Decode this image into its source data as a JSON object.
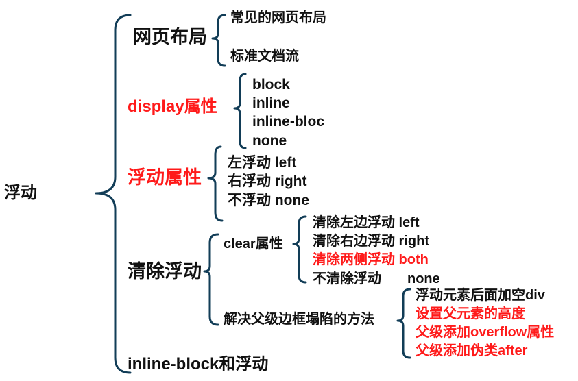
{
  "root": "浮动",
  "branches": {
    "layout": {
      "label": "网页布局",
      "items": [
        "常见的网页布局",
        "标准文档流"
      ]
    },
    "display": {
      "label": "display属性",
      "items": [
        "block",
        "inline",
        "inline-bloc",
        "none"
      ]
    },
    "float_attr": {
      "label": "浮动属性",
      "items": [
        "左浮动 left",
        "右浮动 right",
        "不浮动 none"
      ]
    },
    "clear": {
      "label": "清除浮动",
      "clear_attr": {
        "label": "clear属性",
        "items": [
          "清除左边浮动 left",
          "清除右边浮动 right",
          "清除两侧浮动 both",
          "不清除浮动",
          "none"
        ]
      },
      "collapse": {
        "label": "解决父级边框塌陷的方法",
        "items": [
          "浮动元素后面加空div",
          "设置父元素的高度",
          "父级添加overflow属性",
          "父级添加伪类after"
        ]
      }
    },
    "inline_block": {
      "label": "inline-block和浮动"
    }
  },
  "colors": {
    "accent": "#ff1a1a",
    "text": "#111111",
    "bracket": "#123d57"
  }
}
